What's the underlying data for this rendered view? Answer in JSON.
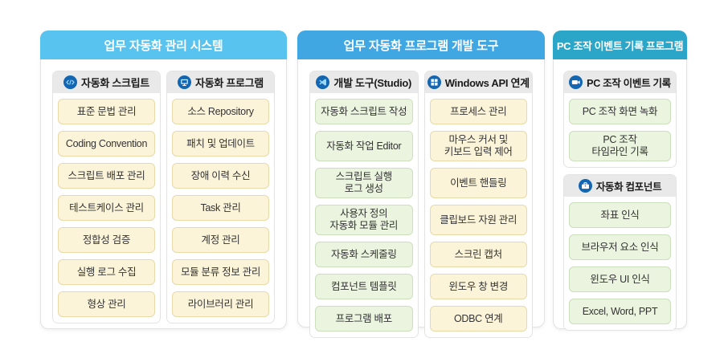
{
  "colors": {
    "header_1": "#57C3EE",
    "header_2": "#41A7E3",
    "header_3": "#2BA6C9",
    "band_bg": "#E9E9E9",
    "cream_box_bg": "#FCF4D9",
    "cream_box_border": "#E8D9A8",
    "green_box_bg": "#EAF4DF",
    "green_box_border": "#CCDFBC",
    "icon_circle": "#1366B2"
  },
  "panels": [
    {
      "title": "업무 자동화 관리 시스템",
      "header_color": "#57C3EE",
      "columns": [
        {
          "icon": "code-icon",
          "title": "자동화 스크립트",
          "items": [
            "표준 문법 관리",
            "Coding Convention",
            "스크립트 배포 관리",
            "테스트케이스 관리",
            "정합성 검증",
            "실행 로그 수집",
            "형상 관리"
          ]
        },
        {
          "icon": "monitor-icon",
          "title": "자동화 프로그램",
          "items": [
            "소스 Repository",
            "패치 및 업데이트",
            "장애 이력 수신",
            "Task 관리",
            "계정 관리",
            "모듈 분류 정보 관리",
            "라이브러리 관리"
          ]
        }
      ]
    },
    {
      "title": "업무 자동화 프로그램 개발 도구",
      "header_color": "#41A7E3",
      "columns": [
        {
          "icon": "visual-studio-icon",
          "title": "개발 도구(Studio)",
          "items": [
            "자동화 스크립트 작성",
            "자동화 작업 Editor",
            "스크립트 실행\n로그 생성",
            "사용자 정의\n자동화 모듈 관리",
            "자동화 스케줄링",
            "컴포넌트 템플릿",
            "프로그램 배포"
          ]
        },
        {
          "icon": "windows-icon",
          "title": "Windows API 연계",
          "items": [
            "프로세스 관리",
            "마우스 커서 및\n키보드 입력 제어",
            "이벤트 핸들링",
            "클립보드 자원 관리",
            "스크린 캡처",
            "윈도우 창 변경",
            "ODBC 연계"
          ]
        }
      ]
    },
    {
      "title": "PC 조작 이벤트 기록 프로그램",
      "header_color": "#2BA6C9",
      "columns": [
        {
          "icon": "video-camera-icon",
          "title": "PC 조작 이벤트 기록",
          "items": [
            "PC 조작 화면 녹화",
            "PC 조작\n타임라인 기록"
          ]
        },
        {
          "icon": "briefcase-icon",
          "title": "자동화 컴포넌트",
          "items": [
            "좌표 인식",
            "브라우저 요소 인식",
            "윈도우 UI 인식",
            "Excel, Word, PPT"
          ]
        }
      ]
    }
  ]
}
